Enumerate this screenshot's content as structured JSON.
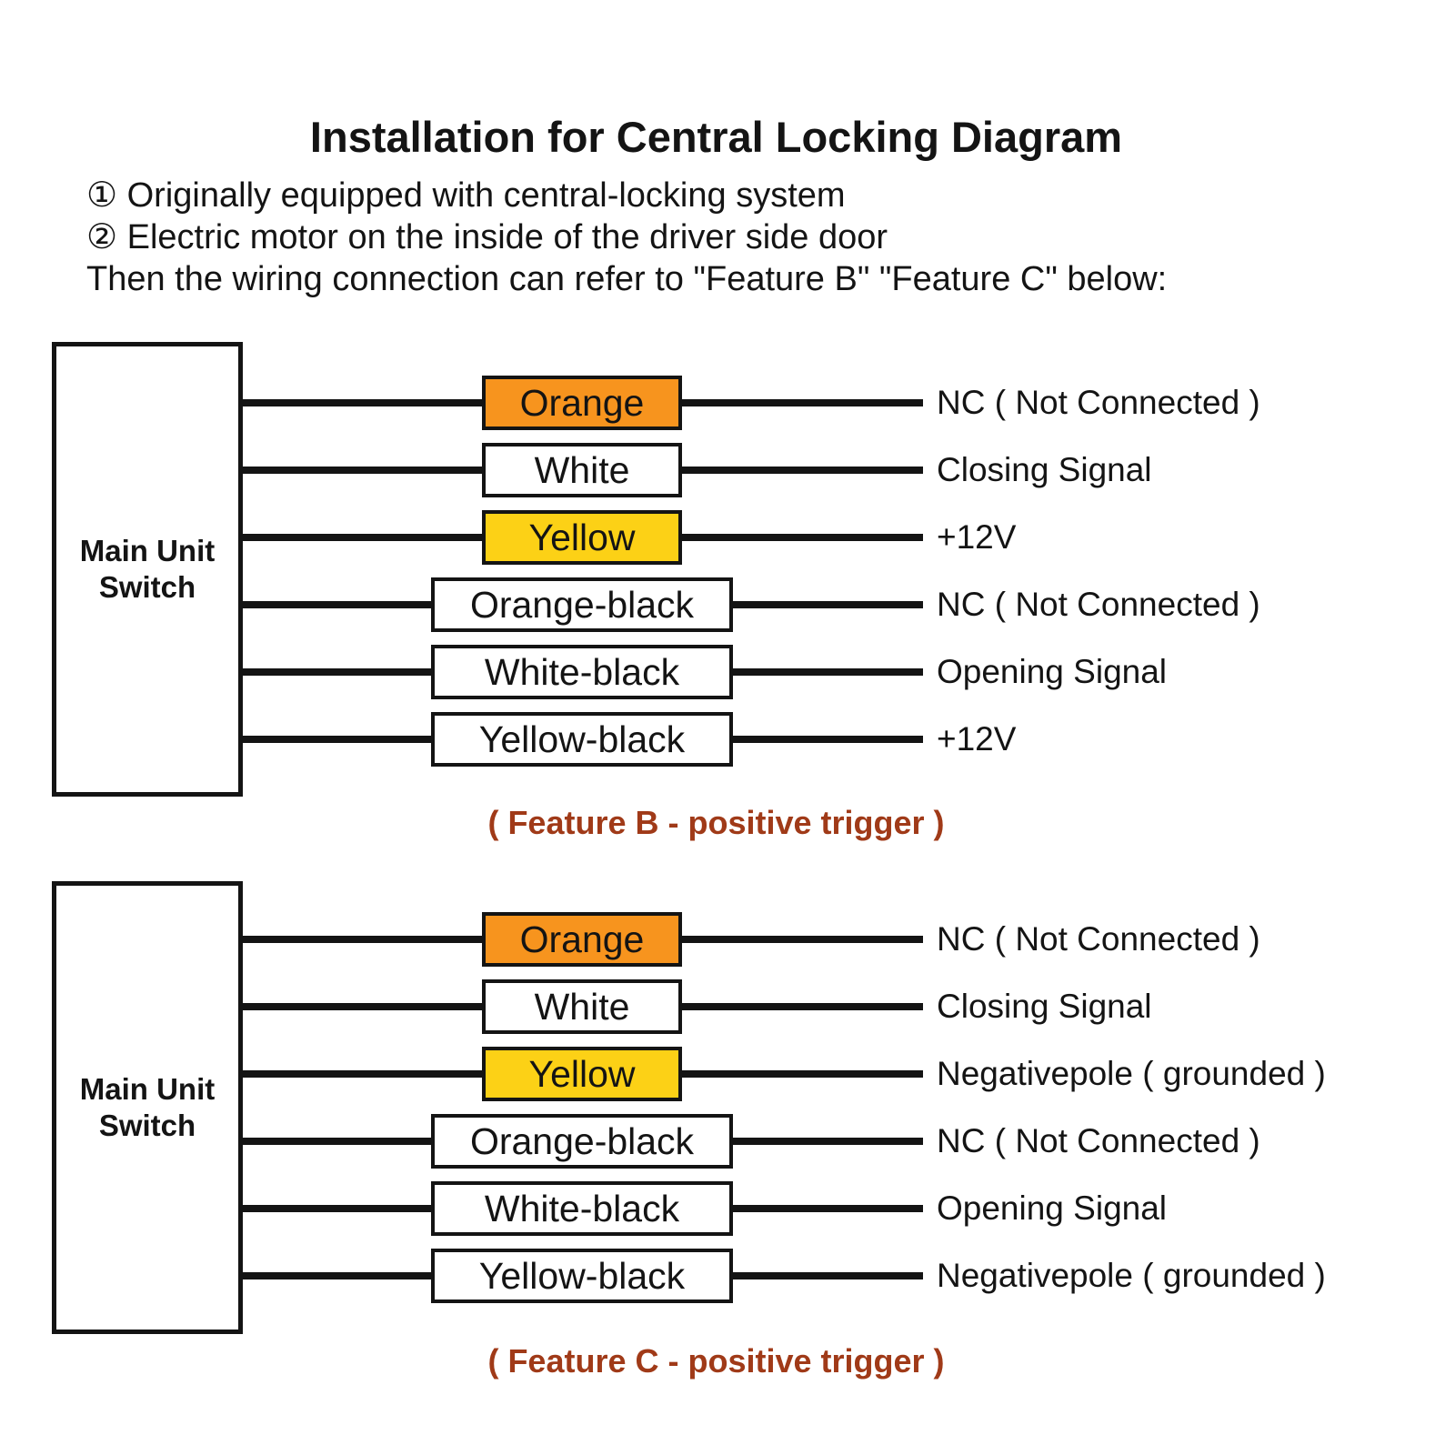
{
  "title": "Installation for Central Locking Diagram",
  "instructions": [
    "① Originally equipped with central-locking system",
    "② Electric motor on the inside of the driver side door",
    "Then the wiring connection can refer to \"Feature B\" \"Feature C\" below:"
  ],
  "colors": {
    "orange": "#F7941E",
    "yellow": "#FCD116",
    "white": "#FFFFFF",
    "caption": "#A03A18",
    "wire": "#141414"
  },
  "diagrams": [
    {
      "unit_label_line1": "Main Unit",
      "unit_label_line2": "Switch",
      "caption": "( Feature B - positive trigger )",
      "rows": [
        {
          "wire": "Orange",
          "desc": "NC ( Not Connected )",
          "fill": "#F7941E"
        },
        {
          "wire": "White",
          "desc": "Closing Signal",
          "fill": "#FFFFFF"
        },
        {
          "wire": "Yellow",
          "desc": "+12V",
          "fill": "#FCD116"
        },
        {
          "wire": "Orange-black",
          "desc": "NC ( Not Connected )",
          "fill": "#FFFFFF"
        },
        {
          "wire": "White-black",
          "desc": "Opening Signal",
          "fill": "#FFFFFF"
        },
        {
          "wire": "Yellow-black",
          "desc": "+12V",
          "fill": "#FFFFFF"
        }
      ]
    },
    {
      "unit_label_line1": "Main Unit",
      "unit_label_line2": "Switch",
      "caption": "( Feature C - positive trigger )",
      "rows": [
        {
          "wire": "Orange",
          "desc": "NC ( Not Connected )",
          "fill": "#F7941E"
        },
        {
          "wire": "White",
          "desc": "Closing Signal",
          "fill": "#FFFFFF"
        },
        {
          "wire": "Yellow",
          "desc": "Negativepole ( grounded )",
          "fill": "#FCD116"
        },
        {
          "wire": "Orange-black",
          "desc": "NC ( Not Connected )",
          "fill": "#FFFFFF"
        },
        {
          "wire": "White-black",
          "desc": "Opening Signal",
          "fill": "#FFFFFF"
        },
        {
          "wire": "Yellow-black",
          "desc": "Negativepole ( grounded )",
          "fill": "#FFFFFF"
        }
      ]
    }
  ]
}
